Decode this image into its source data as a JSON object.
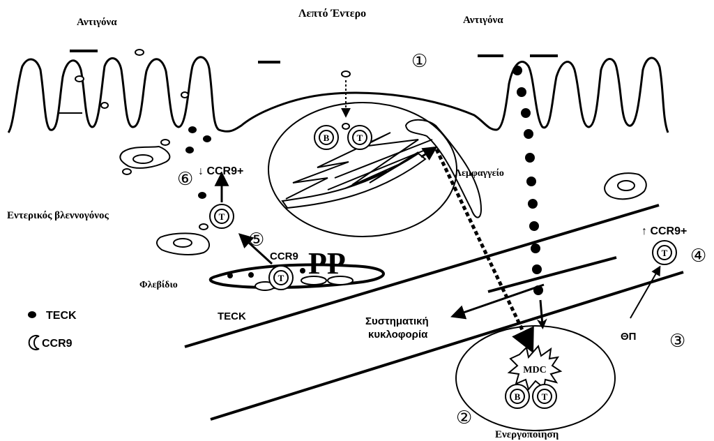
{
  "labels": {
    "antigen_left": "Αντιγόνα",
    "small_intestine": "Λεπτό Έντερο",
    "antigen_right": "Αντιγόνα",
    "lymphatic": "Λεμφαγγείο",
    "mucosa": "Εντερικός βλεννογόνος",
    "venule": "Φλεβίδιο",
    "pp": "PP",
    "ccr9_venule": "CCR9",
    "teck_venule": "TECK",
    "systemic_line1": "Συστηματική",
    "systemic_line2": "κυκλοφορία",
    "ccr9_down": "↓ CCR9+",
    "ccr9_up": "↑ CCR9+",
    "tp": "ΘΠ",
    "mdc": "MDC",
    "activation": "Ενεργοποίηση"
  },
  "cells": {
    "b": "Β",
    "t": "Τ"
  },
  "steps": [
    "①",
    "②",
    "③",
    "④",
    "⑤",
    "⑥"
  ],
  "legend": {
    "teck": "TECK",
    "ccr9": "CCR9"
  }
}
